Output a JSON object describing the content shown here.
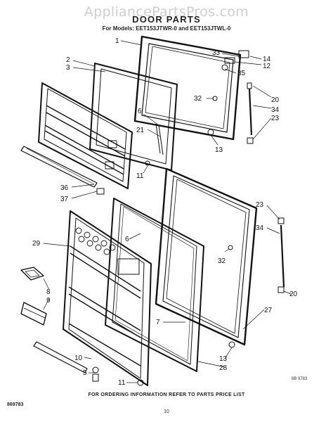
{
  "watermark": "AppliancePartsPros.com",
  "title": "DOOR PARTS",
  "subtitle": "For Models: EET153JTWR-0 and EET153JTWL-0",
  "footer": "FOR ORDERING INFORMATION REFER TO PARTS PRICE LIST",
  "page_number": "10",
  "code_left": "869783",
  "code_right": "8B 9783",
  "callouts": [
    "1",
    "2",
    "3",
    "33",
    "14",
    "12",
    "35",
    "32",
    "20",
    "34",
    "23",
    "6",
    "21",
    "13",
    "11",
    "36",
    "37",
    "23",
    "34",
    "29",
    "6",
    "32",
    "20",
    "8",
    "9",
    "27",
    "7",
    "13",
    "28",
    "10",
    "5",
    "11"
  ]
}
